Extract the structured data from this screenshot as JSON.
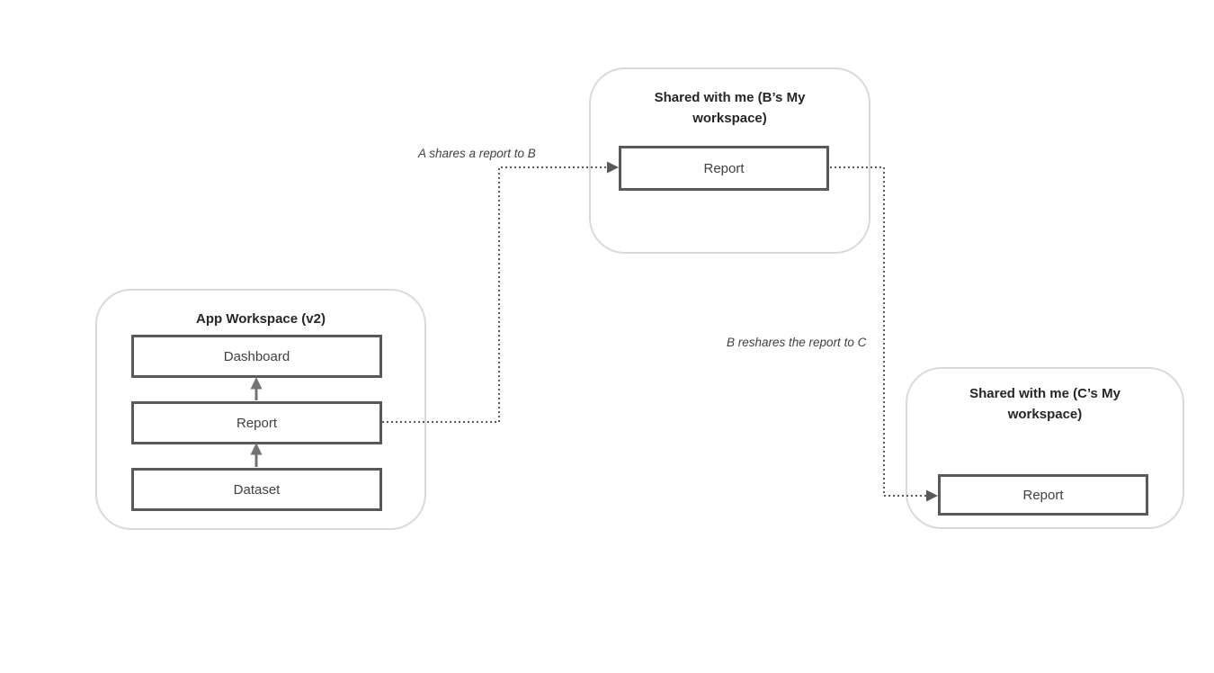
{
  "diagram": {
    "app_workspace": {
      "title": "App Workspace (v2)",
      "boxes": [
        {
          "label": "Dashboard"
        },
        {
          "label": "Report"
        },
        {
          "label": "Dataset"
        }
      ]
    },
    "b_workspace": {
      "title": "Shared with me (B’s My workspace)",
      "box": {
        "label": "Report"
      }
    },
    "c_workspace": {
      "title": "Shared with me (C’s My workspace)",
      "box": {
        "label": "Report"
      }
    },
    "annotations": {
      "a_to_b": "A shares a report to B",
      "b_to_c": "B reshares the report to C"
    },
    "colors": {
      "background": "#ffffff",
      "container_border": "#d9d9d9",
      "node_border": "#595959",
      "node_text": "#404040",
      "title_text": "#262626",
      "dotted_connector": "#595959",
      "solid_arrow": "#737373"
    }
  }
}
